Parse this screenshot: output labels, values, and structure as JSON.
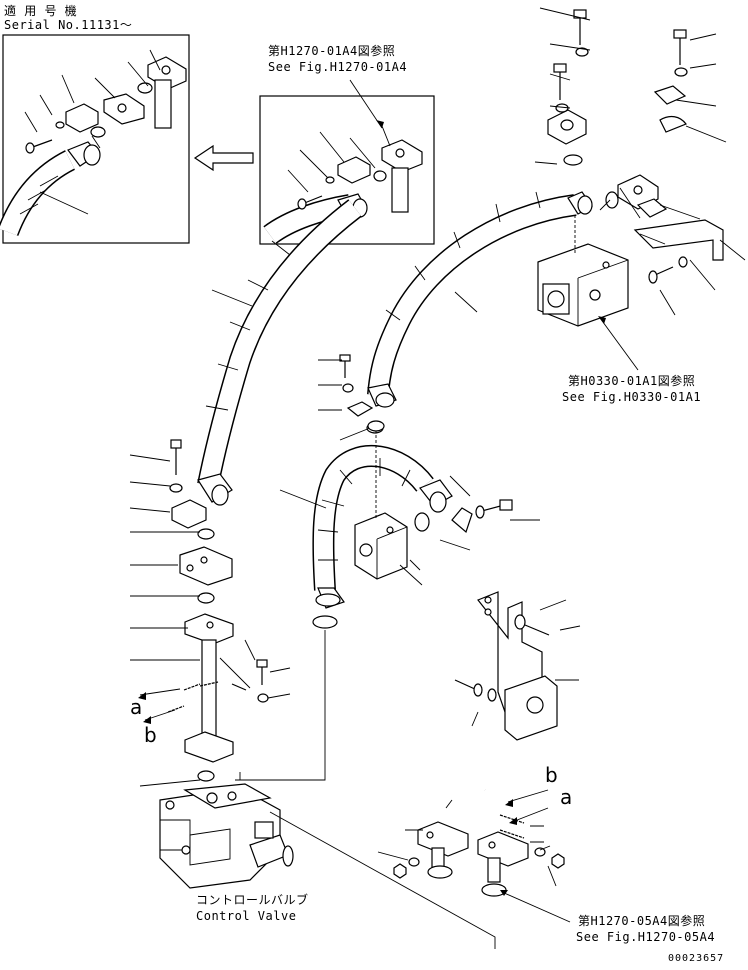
{
  "applicable_header": {
    "jp": "適 用 号 機",
    "en": "Serial No.11131～"
  },
  "references": [
    {
      "id": "ref-h1270-01a4",
      "jp": "第H1270-01A4図参照",
      "en": "See Fig.H1270-01A4"
    },
    {
      "id": "ref-h0330-01a1",
      "jp": "第H0330-01A1図参照",
      "en": "See Fig.H0330-01A1"
    },
    {
      "id": "ref-h1270-05a4",
      "jp": "第H1270-05A4図参照",
      "en": "See Fig.H1270-05A4"
    }
  ],
  "component_label": {
    "jp": "コントロールバルブ",
    "en": "Control Valve"
  },
  "arrow_markers": {
    "a": "a",
    "b": "b"
  },
  "drawing_number": "00023657",
  "icons": {
    "transfer_arrow": "hollow-left-arrow-icon"
  }
}
